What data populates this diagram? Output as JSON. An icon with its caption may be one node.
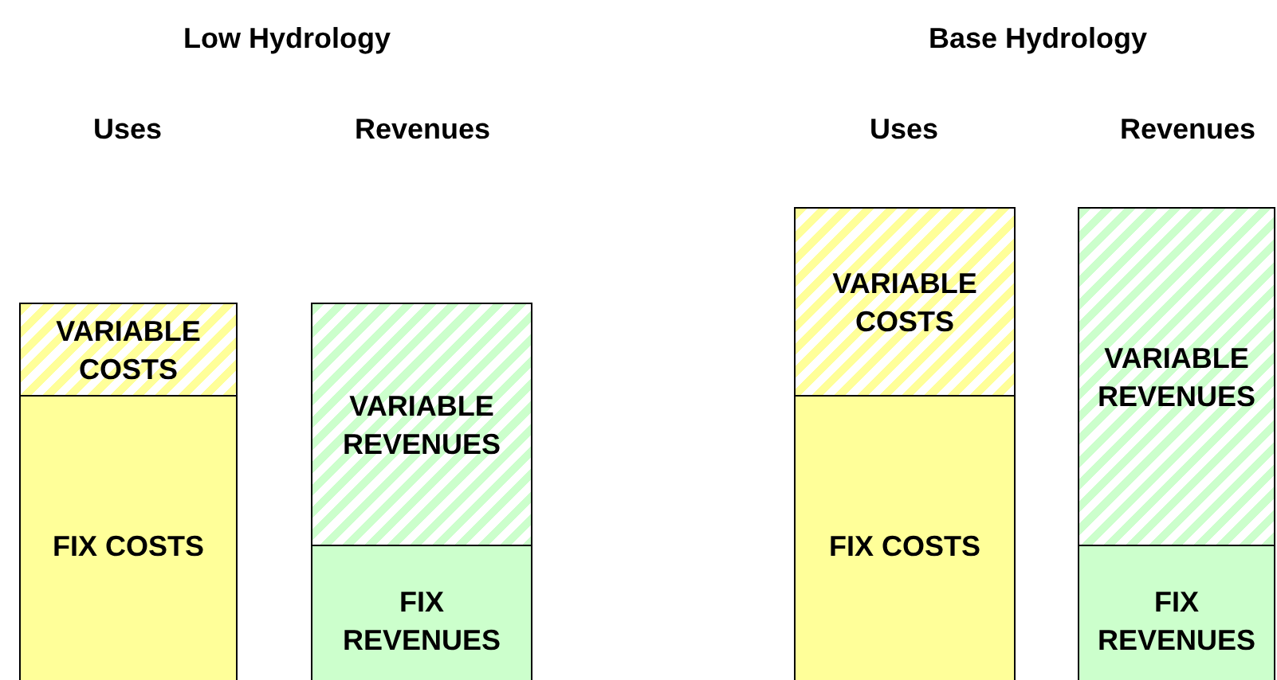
{
  "diagram": {
    "nodes": [
      {
        "text": [
          "VARIABLE COSTS"
        ]
      },
      {
        "text": [
          "FIX COSTS"
        ]
      },
      {
        "text": [
          "VARIABLE REVENUES"
        ]
      },
      {
        "text": [
          "FIX REVENUES"
        ]
      },
      {
        "text": [
          "VARIABLE COSTS"
        ]
      },
      {
        "text": [
          "FIX COSTS"
        ]
      },
      {
        "text": [
          "VARIABLE REVENUES"
        ]
      },
      {
        "text": [
          "FIX REVENUES"
        ]
      }
    ],
    "labels": [
      "Low Hydrology",
      "Base Hydrology",
      "Uses",
      "Revenues",
      "Uses",
      "Revenues"
    ]
  }
}
